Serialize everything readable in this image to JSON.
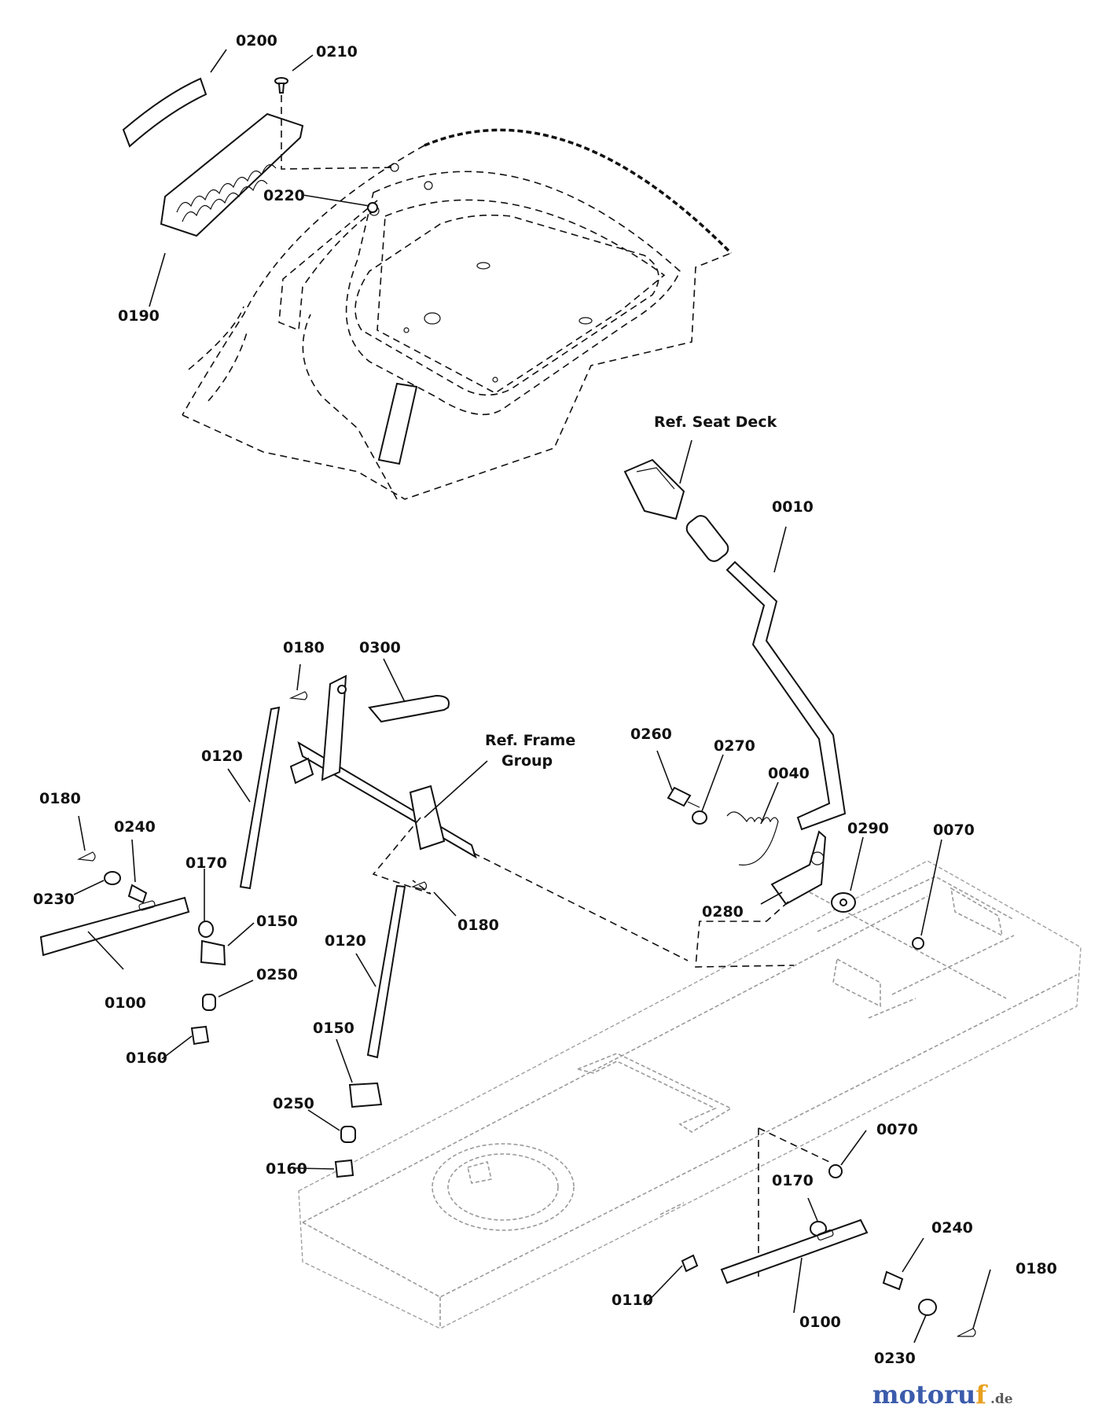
{
  "labels": {
    "p0200": "0200",
    "p0210": "0210",
    "p0220": "0220",
    "p0190": "0190",
    "ref_seat_deck": "Ref. Seat Deck",
    "p0010": "0010",
    "p0180_top": "0180",
    "p0300": "0300",
    "ref_frame_1": "Ref. Frame",
    "ref_frame_2": "Group",
    "p0120_left": "0120",
    "p0260": "0260",
    "p0270": "0270",
    "p0040": "0040",
    "p0290": "0290",
    "p0070_top": "0070",
    "p0180_left": "0180",
    "p0240_left": "0240",
    "p0170_left": "0170",
    "p0230_left": "0230",
    "p0150_left": "0150",
    "p0180_mid": "0180",
    "p0280": "0280",
    "p0250_left": "0250",
    "p0100_left": "0100",
    "p0120_mid": "0120",
    "p0160_left": "0160",
    "p0150_mid": "0150",
    "p0250_mid": "0250",
    "p0160_mid": "0160",
    "p0070_bottom": "0070",
    "p0170_bottom": "0170",
    "p0240_bottom": "0240",
    "p0180_bottom": "0180",
    "p0110": "0110",
    "p0100_bottom": "0100",
    "p0230_bottom": "0230"
  },
  "watermark": {
    "letters": [
      "m",
      "o",
      "t",
      "o",
      "r",
      "u",
      "f"
    ],
    "letter_colors": [
      "#3b5bab",
      "#3b5bab",
      "#3b5bab",
      "#3b5bab",
      "#3b5bab",
      "#3b5bab",
      "#e8a020"
    ],
    "suffix": ".de"
  }
}
